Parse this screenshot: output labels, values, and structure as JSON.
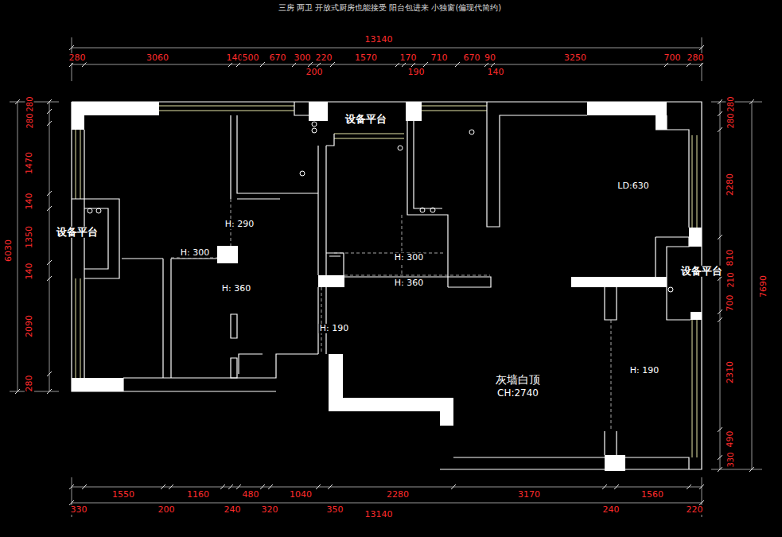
{
  "diagram": {
    "title": "三房 两卫 开放式厨房也能接受 阳台包进来 小独窗(偏现代简约)",
    "labels": [
      "13140",
      "280",
      "3060",
      "140",
      "500",
      "670",
      "300",
      "220",
      "1570",
      "170",
      "710",
      "670",
      "90",
      "3250",
      "700",
      "280",
      "200",
      "190",
      "140",
      "1550",
      "1160",
      "480",
      "1040",
      "2280",
      "3170",
      "1560",
      "330",
      "200",
      "240",
      "320",
      "350",
      "240",
      "220",
      "13140",
      "280",
      "280",
      "1470",
      "140",
      "1350",
      "140",
      "2090",
      "280",
      "6030",
      "280",
      "280",
      "2280",
      "810",
      "210",
      "700",
      "2310",
      "490",
      "330",
      "7690",
      "设备平台",
      "设备平台",
      "设备平台",
      "LD:630",
      "H: 290",
      "H: 300",
      "H: 360",
      "H: 300",
      "H: 360",
      "H: 190",
      "H: 190",
      "灰墙白顶",
      "CH:2740"
    ]
  }
}
